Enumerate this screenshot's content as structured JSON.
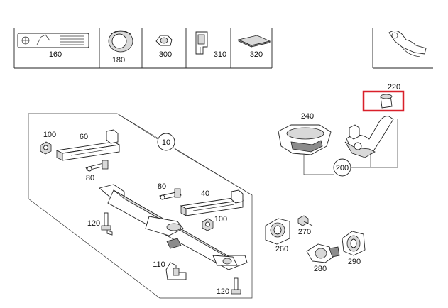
{
  "accent_color": "#d9202a",
  "header_row": {
    "items": [
      {
        "part_no": "160",
        "icon": "document-plate-icon"
      },
      {
        "part_no": "180",
        "icon": "ring-seal-icon"
      },
      {
        "part_no": "300",
        "icon": "clip-icon"
      },
      {
        "part_no": "310",
        "icon": "bracket-icon"
      },
      {
        "part_no": "320",
        "icon": "pad-icon"
      }
    ]
  },
  "parts": {
    "p100a": "100",
    "p60": "60",
    "p80a": "80",
    "p10": "10",
    "p120a": "120",
    "p80b": "80",
    "p40": "40",
    "p100b": "100",
    "p110": "110",
    "p120b": "120",
    "p240": "240",
    "p220": "220",
    "p200": "200",
    "p270": "270",
    "p260": "260",
    "p280": "280",
    "p290": "290"
  },
  "highlight": {
    "target_part": "220",
    "color": "#d9202a"
  }
}
